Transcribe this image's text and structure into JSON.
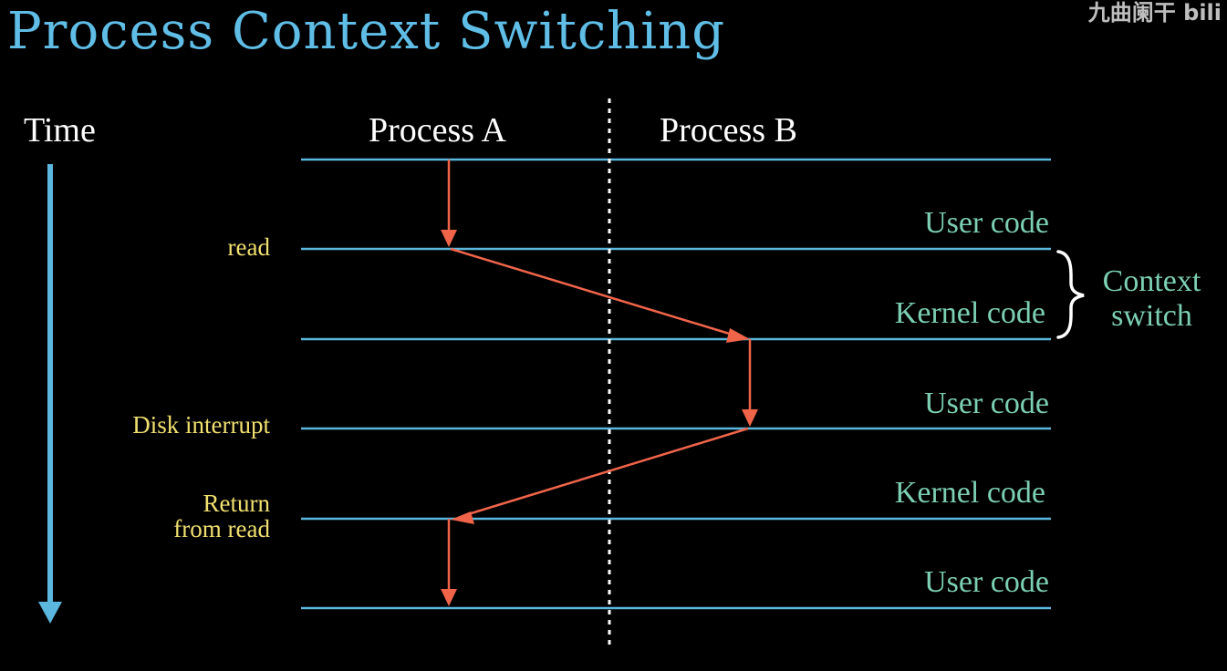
{
  "title": "Process Context Switching",
  "watermark": "九曲阑干 bili",
  "axis": {
    "label": "Time"
  },
  "columns": {
    "left": "Process A",
    "right": "Process B"
  },
  "events": {
    "read": "read",
    "disk_interrupt": "Disk interrupt",
    "return_line1": "Return",
    "return_line2": "from read"
  },
  "modes": [
    "User code",
    "Kernel code",
    "User code",
    "Kernel code",
    "User code"
  ],
  "context_switch": {
    "line1": "Context",
    "line2": "switch"
  },
  "colors": {
    "title": "#5fbde6",
    "lines": "#5bb7de",
    "arrows": "#f0644a",
    "events": "#f0e070",
    "modes": "#7ccfb2",
    "text": "#ffffff"
  }
}
